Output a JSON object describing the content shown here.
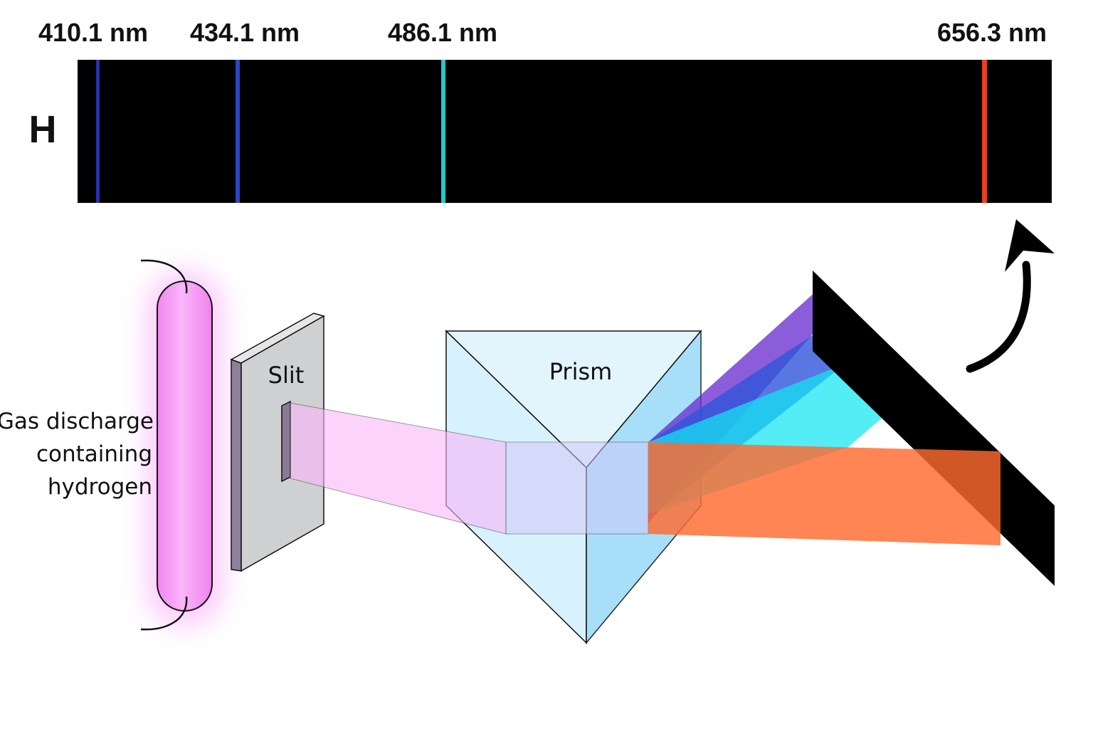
{
  "spectrum": {
    "element": "H",
    "background": "#000000",
    "lines": [
      {
        "wavelength_label": "410.1 nm",
        "wavelength": 410.1,
        "color": "#2a2fb0"
      },
      {
        "wavelength_label": "434.1 nm",
        "wavelength": 434.1,
        "color": "#2f43c8"
      },
      {
        "wavelength_label": "486.1 nm",
        "wavelength": 486.1,
        "color": "#1fc9c9"
      },
      {
        "wavelength_label": "656.3 nm",
        "wavelength": 656.3,
        "color": "#e8401c"
      }
    ]
  },
  "apparatus": {
    "source_label_lines": [
      "Gas discharge",
      "containing",
      "hydrogen"
    ],
    "source_color": "#f79cf7",
    "slit_label": "Slit",
    "prism_label": "Prism",
    "prism_color": "#bfe9fb",
    "beam_color": "#f9b6f9",
    "dispersed_colors": [
      "#6a2fd0",
      "#2f55d8",
      "#12e6f2",
      "#ff6a30"
    ],
    "screen_color": "#000000"
  }
}
